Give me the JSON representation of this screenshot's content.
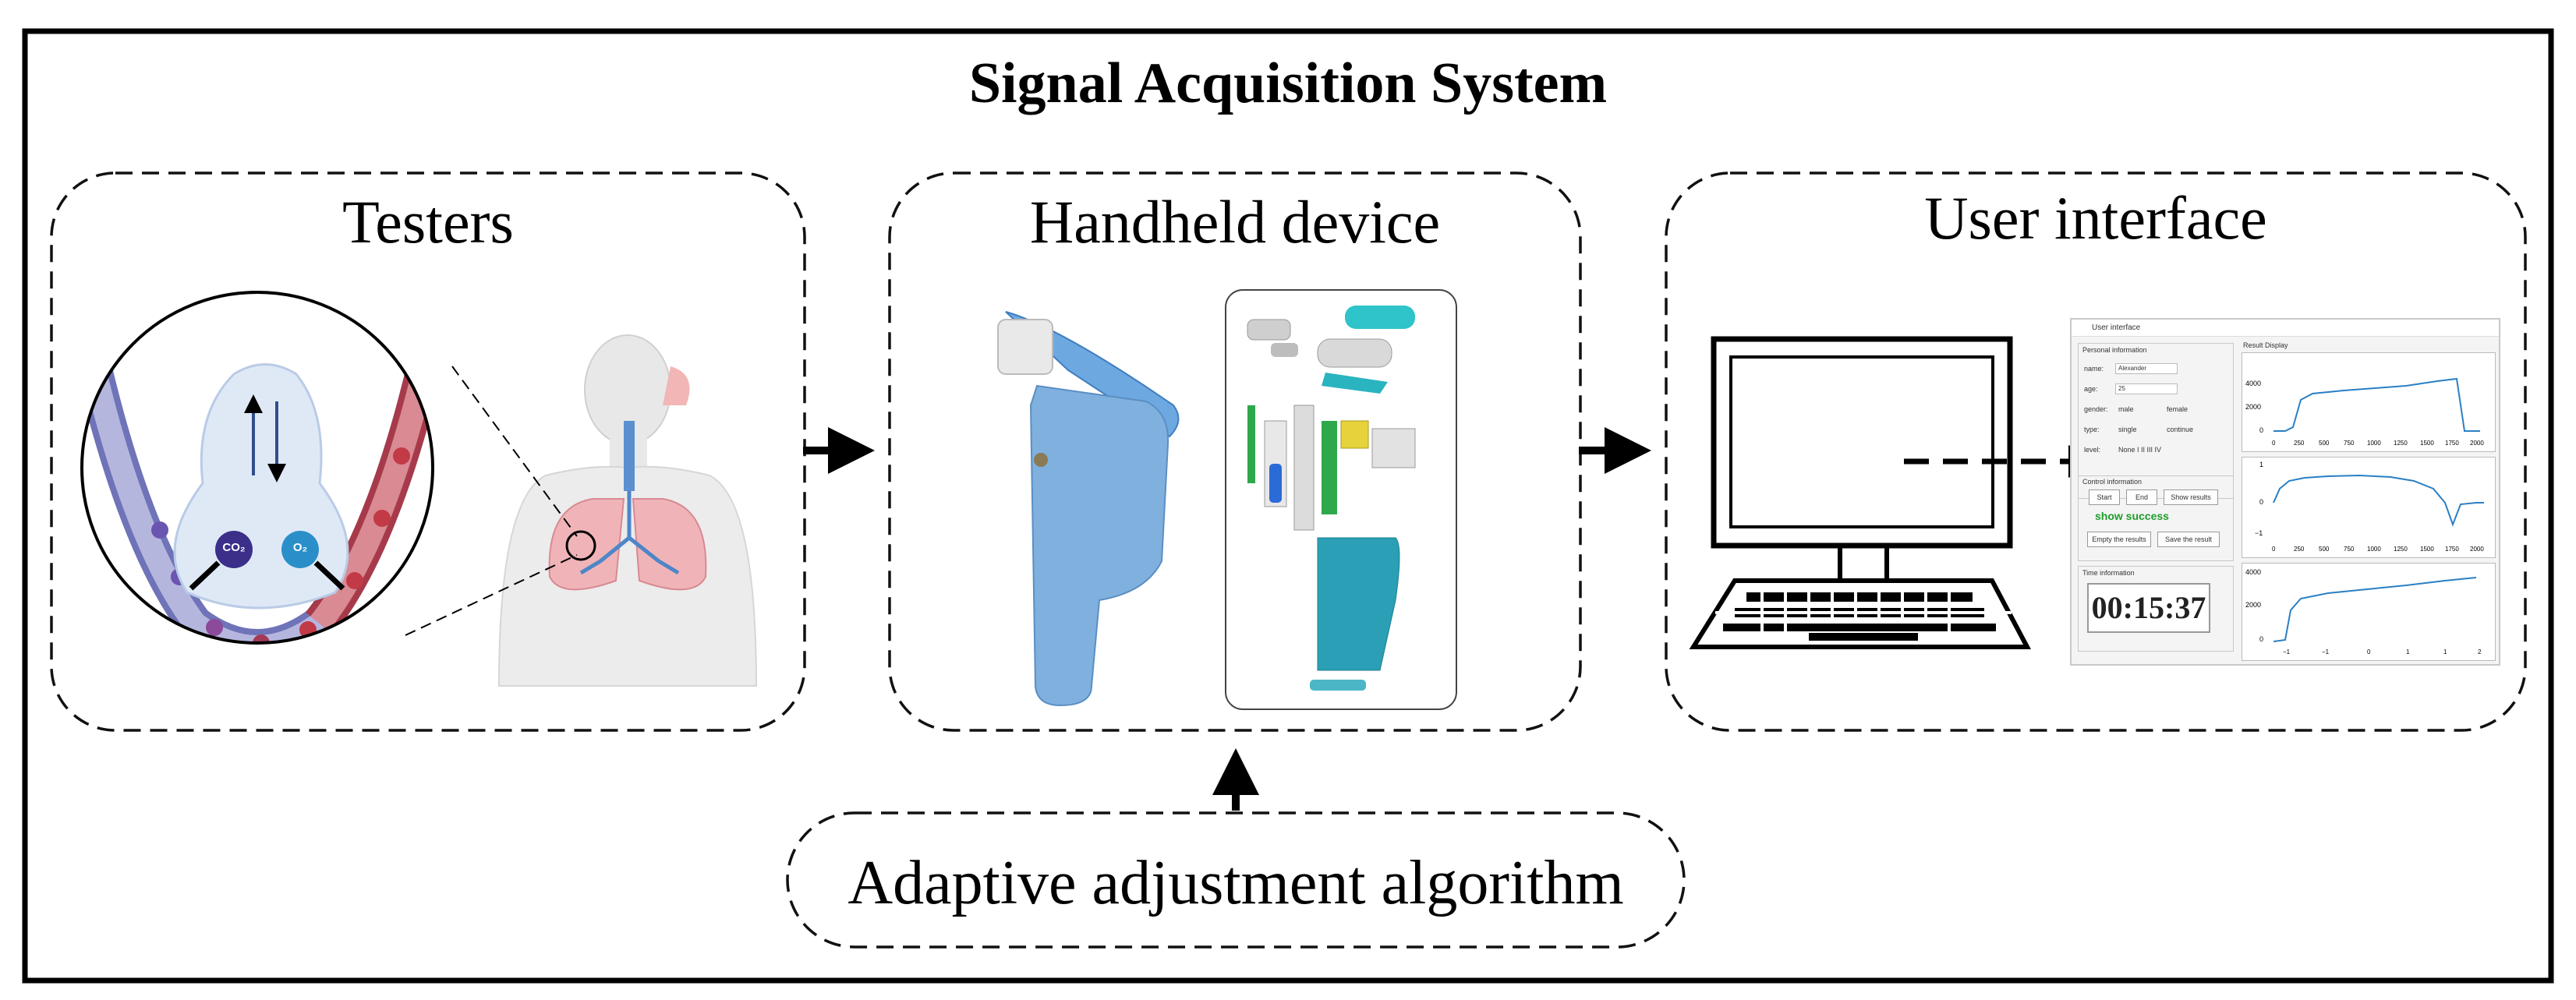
{
  "title": "Signal Acquisition System",
  "panels": {
    "testers": "Testers",
    "handheld": "Handheld device",
    "ui": "User interface"
  },
  "algorithm": "Adaptive adjustment algorithm",
  "inset": {
    "co2": "CO₂",
    "o2": "O₂"
  },
  "mini_ui": {
    "window_title": "User interface",
    "personal_header": "Personal information",
    "name_label": "name:",
    "name_value": "Alexander",
    "age_label": "age:",
    "age_value": "25",
    "gender_label": "gender:",
    "gender_opts": [
      "male",
      "female"
    ],
    "type_label": "type:",
    "type_opts": [
      "single",
      "continue"
    ],
    "level_label": "level:",
    "level_opts": "None  I  II  III  IV",
    "control_header": "Control information",
    "btn_start": "Start",
    "btn_end": "End",
    "btn_show": "Show results",
    "success": "show success",
    "btn_empty": "Empty the results",
    "btn_save": "Save the result",
    "time_header": "Time information",
    "time_value": "00:15:37",
    "result_header": "Result Display",
    "plot1_y": [
      "4000",
      "2000",
      "0"
    ],
    "plot1_x": [
      "0",
      "250",
      "500",
      "750",
      "1000",
      "1250",
      "1500",
      "1750",
      "2000"
    ],
    "plot2_y": [
      "1",
      "0",
      "−1"
    ],
    "plot2_x": [
      "0",
      "250",
      "500",
      "750",
      "1000",
      "1250",
      "1500",
      "1750",
      "2000"
    ],
    "plot3_y": [
      "4000",
      "2000",
      "0"
    ],
    "plot3_x": [
      "−1",
      "−1",
      "0",
      "1",
      "1",
      "2"
    ]
  }
}
